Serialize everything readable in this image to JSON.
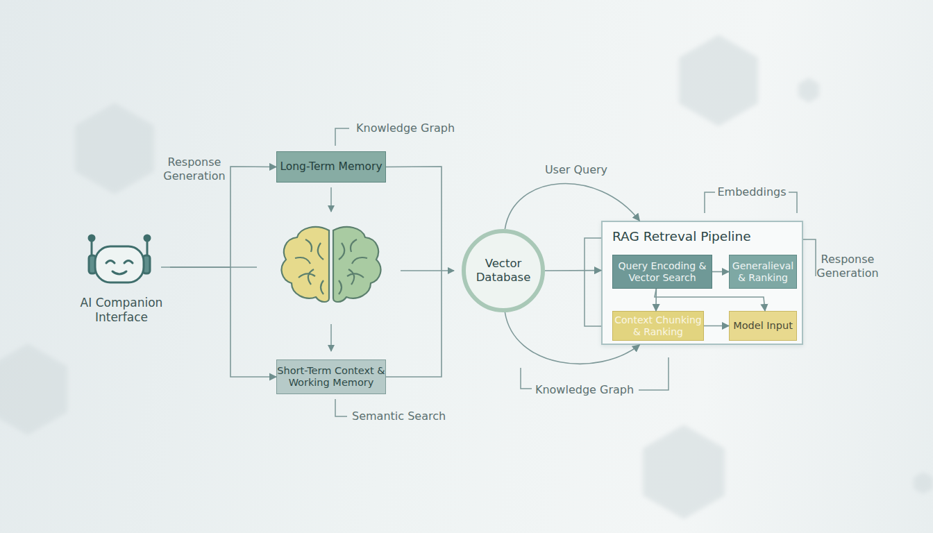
{
  "diagram": {
    "nodes": [
      {
        "text": [
          "AI Companion Interface"
        ]
      },
      {
        "text": [
          "Long-Term Memory"
        ]
      },
      {
        "text": [
          "Short-Term Context & Working Memory"
        ]
      },
      {
        "text": [
          "Vector Database"
        ]
      },
      {
        "text": [
          "RAG Retreval Pipeline"
        ]
      },
      {
        "text": [
          "Query Encoding & Vector Search"
        ],
        "in": 4
      },
      {
        "text": [
          "Generalieval & Ranking"
        ],
        "in": 4
      },
      {
        "text": [
          "Context Chunking & Ranking"
        ],
        "in": 4
      },
      {
        "text": [
          "Model Input"
        ],
        "in": 4
      }
    ],
    "edges": [
      {
        "from": 0,
        "to": 1,
        "arrow": "to"
      },
      {
        "from": 0,
        "to": 2,
        "arrow": "to"
      },
      {
        "from": 1,
        "to": 2,
        "arrow": "none"
      },
      {
        "from": 3,
        "to": 4,
        "arrow": "to"
      },
      {
        "from": 3,
        "to": 4,
        "arrow": "to"
      },
      {
        "from": 3,
        "to": 4,
        "arrow": "to"
      },
      {
        "from": 5,
        "to": 6,
        "arrow": "to"
      },
      {
        "from": 5,
        "to": 7,
        "arrow": "to"
      },
      {
        "from": 5,
        "to": 8,
        "arrow": "to"
      },
      {
        "from": 7,
        "to": 8,
        "arrow": "to"
      }
    ],
    "labels": [
      "Knowledge Graph",
      "Response Generation",
      "User Query",
      "Embeddings",
      "Response Generation",
      "Knowledge Graph",
      "Semantic Search"
    ]
  }
}
